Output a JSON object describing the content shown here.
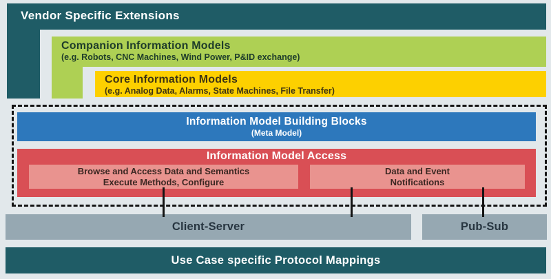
{
  "colors": {
    "bg": "#e2e8eb",
    "teal": "#1f5c66",
    "green": "#aed054",
    "yellow": "#fdd000",
    "blue": "#2d78bc",
    "red": "#d94f55",
    "pink": "#e9938f",
    "gray": "#96a8b2",
    "line": "#141414",
    "white": "#ffffff",
    "text_on_green": "#1e3c2a",
    "text_on_yellow": "#3f3513",
    "text_on_pink": "#3b2722",
    "text_on_gray": "#273540"
  },
  "layers": {
    "vendor": {
      "title": "Vendor Specific Extensions"
    },
    "companion": {
      "title": "Companion Information Models",
      "subtitle": "(e.g. Robots, CNC Machines, Wind Power, P&ID exchange)"
    },
    "core": {
      "title": "Core Information Models",
      "subtitle": "(e.g. Analog Data, Alarms, State Machines, File Transfer)"
    },
    "building_blocks": {
      "title": "Information Model Building Blocks",
      "subtitle": "(Meta Model)"
    },
    "access": {
      "title": "Information Model Access",
      "browse_box": {
        "line1": "Browse and Access Data and Semantics",
        "line2": "Execute Methods, Configure"
      },
      "notify_box": {
        "line1": "Data and Event",
        "line2": "Notifications"
      }
    },
    "transports": {
      "client_server": "Client-Server",
      "pub_sub": "Pub-Sub"
    },
    "protocol": {
      "title": "Use Case specific Protocol Mappings"
    }
  }
}
